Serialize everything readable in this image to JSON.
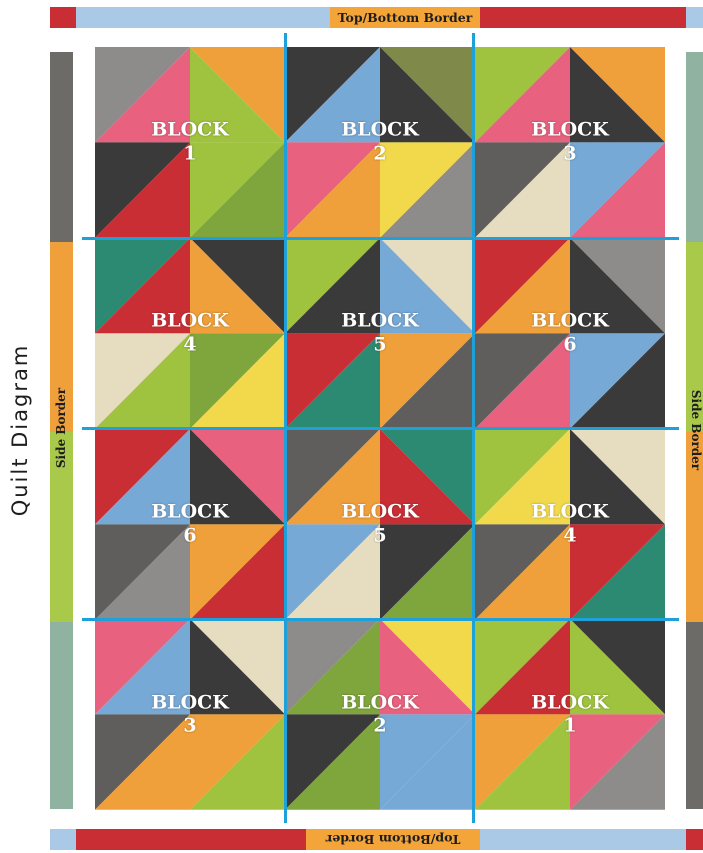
{
  "title": "Quilt Diagram",
  "borders": {
    "top_label": "Top/Bottom Border",
    "bottom_label": "Top/Bottom Border",
    "left_label": "Side Border",
    "right_label": "Side Border"
  },
  "palette": {
    "grey": "#8d8c8a",
    "pink": "#e8617e",
    "orange": "#f0a03a",
    "lime": "#9fc33f",
    "black": "#3b3a3a",
    "red": "#c92e35",
    "blue": "#77a9d6",
    "olive": "#7f8a4a",
    "cream": "#e6dcc0",
    "yellow": "#f2d94b",
    "darkgrey": "#5f5e5c",
    "teal": "#2c8a73",
    "green": "#7fa53d",
    "gridline": "#1ea0db",
    "sage": "#8fb3a0"
  },
  "blocks": [
    {
      "word": "BLOCK",
      "number": "1",
      "colors": [
        "grey",
        "pink",
        "orange",
        "lime",
        "black",
        "red",
        "lime",
        "green"
      ]
    },
    {
      "word": "BLOCK",
      "number": "2",
      "colors": [
        "black",
        "blue",
        "olive",
        "black",
        "pink",
        "orange",
        "yellow",
        "grey"
      ]
    },
    {
      "word": "BLOCK",
      "number": "3",
      "colors": [
        "lime",
        "pink",
        "orange",
        "black",
        "darkgrey",
        "cream",
        "blue",
        "pink"
      ]
    },
    {
      "word": "BLOCK",
      "number": "4",
      "colors": [
        "teal",
        "red",
        "black",
        "orange",
        "cream",
        "lime",
        "green",
        "yellow"
      ]
    },
    {
      "word": "BLOCK",
      "number": "5",
      "colors": [
        "lime",
        "black",
        "cream",
        "blue",
        "red",
        "teal",
        "orange",
        "darkgrey"
      ]
    },
    {
      "word": "BLOCK",
      "number": "6",
      "colors": [
        "red",
        "orange",
        "grey",
        "black",
        "darkgrey",
        "pink",
        "blue",
        "black"
      ]
    },
    {
      "word": "BLOCK",
      "number": "6",
      "colors": [
        "red",
        "blue",
        "pink",
        "black",
        "darkgrey",
        "grey",
        "orange",
        "red"
      ]
    },
    {
      "word": "BLOCK",
      "number": "5",
      "colors": [
        "darkgrey",
        "orange",
        "teal",
        "red",
        "blue",
        "cream",
        "black",
        "green"
      ]
    },
    {
      "word": "BLOCK",
      "number": "4",
      "colors": [
        "lime",
        "yellow",
        "cream",
        "black",
        "darkgrey",
        "orange",
        "red",
        "teal"
      ]
    },
    {
      "word": "BLOCK",
      "number": "3",
      "colors": [
        "pink",
        "blue",
        "cream",
        "black",
        "darkgrey",
        "orange",
        "orange",
        "lime"
      ]
    },
    {
      "word": "BLOCK",
      "number": "2",
      "colors": [
        "grey",
        "green",
        "yellow",
        "pink",
        "black",
        "green",
        "blue",
        "blue"
      ]
    },
    {
      "word": "BLOCK",
      "number": "1",
      "colors": [
        "lime",
        "red",
        "black",
        "lime",
        "orange",
        "lime",
        "pink",
        "grey"
      ]
    }
  ]
}
